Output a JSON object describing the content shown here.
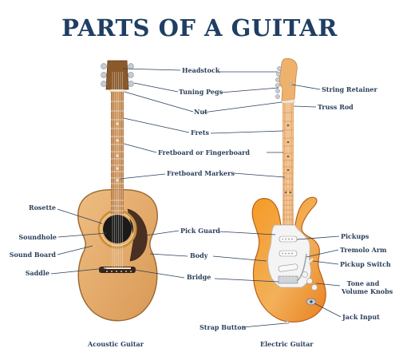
{
  "title": "PARTS OF A GUITAR",
  "labels": {
    "headstock": "Headstock",
    "tuning_pegs": "Tuning Pegs",
    "nut": "Nut",
    "frets": "Frets",
    "fretboard": "Fretboard or Fingerboard",
    "fretboard_markers": "Fretboard Markers",
    "pick_guard": "Pick Guard",
    "body": "Body",
    "bridge": "Bridge",
    "rosette": "Rosette",
    "soundhole": "Soundhole",
    "sound_board": "Sound Board",
    "saddle": "Saddle",
    "string_retainer": "String Retainer",
    "truss_rod": "Truss Rod",
    "pickups": "Pickups",
    "tremolo_arm": "Tremolo Arm",
    "pickup_switch": "Pickup Switch",
    "tone_volume_1": "Tone and",
    "tone_volume_2": "Volume Knobs",
    "jack_input": "Jack Input",
    "strap_button": "Strap Button"
  },
  "captions": {
    "acoustic": "Acoustic Guitar",
    "electric": "Electric Guitar"
  },
  "colors": {
    "title": "#1f3e63",
    "label": "#2a3f5a",
    "acoustic_body": "#e2a867",
    "electric_body": "#f09030",
    "neck_wood": "#c98a4c"
  }
}
